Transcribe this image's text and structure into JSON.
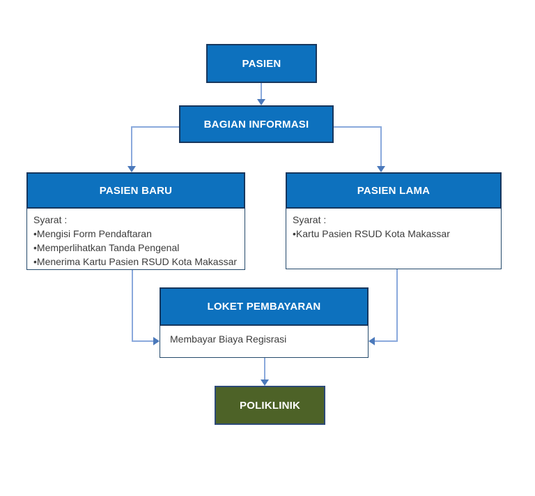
{
  "colors": {
    "box_fill": "#0d71be",
    "box_border": "#17375e",
    "body_border": "#24496b",
    "poliklinik_fill": "#4d6227",
    "connector_line": "#8aa9dc",
    "arrowhead": "#4b79bb",
    "header_text": "#ffffff",
    "body_text": "#3c3c3c"
  },
  "nodes": {
    "pasien": {
      "label": "PASIEN"
    },
    "bagian_informasi": {
      "label": "BAGIAN INFORMASI"
    },
    "pasien_baru": {
      "label": "PASIEN BARU",
      "body_lines": [
        "Syarat :",
        "•Mengisi Form Pendaftaran",
        "•Memperlihatkan Tanda Pengenal",
        "•Menerima Kartu Pasien RSUD Kota Makassar"
      ]
    },
    "pasien_lama": {
      "label": "PASIEN LAMA",
      "body_lines": [
        "Syarat :",
        "•Kartu Pasien RSUD Kota Makassar"
      ]
    },
    "loket_pembayaran": {
      "label": "LOKET PEMBAYARAN",
      "body_lines": [
        "Membayar Biaya Regisrasi"
      ]
    },
    "poliklinik": {
      "label": "POLIKLINIK"
    }
  }
}
